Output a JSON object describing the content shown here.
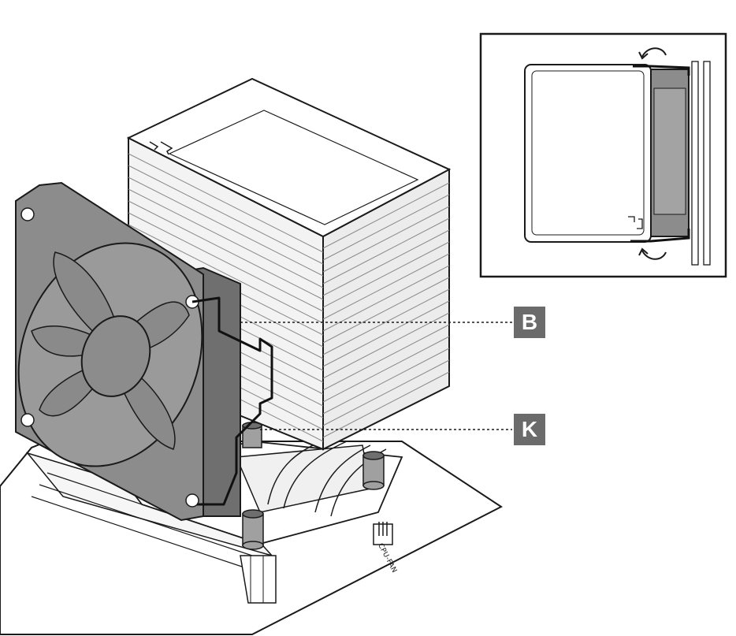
{
  "callouts": {
    "b": "B",
    "k": "K"
  },
  "board": {
    "header_label": "CPU-FAN"
  },
  "colors": {
    "line": "#1a1a1a",
    "fan_gray": "#8c8c8c",
    "fan_dark": "#6f6f6f",
    "fin_light": "#e9e9e9",
    "callout_bg": "#6b6b6b",
    "clip_wire": "#111111"
  },
  "icons": {
    "rotate_top": "rotate-arrow-icon",
    "rotate_bottom": "rotate-arrow-icon",
    "logo": "brand-logo-icon"
  }
}
